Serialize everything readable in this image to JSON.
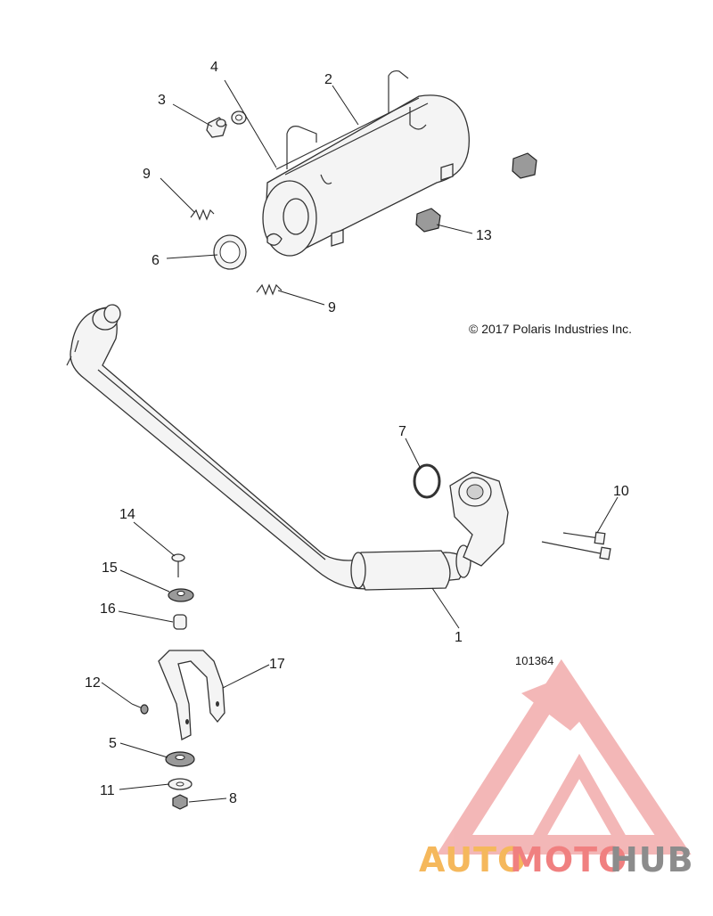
{
  "copyright": "© 2017 Polaris Industries Inc.",
  "diagram_number": "101364",
  "callouts": [
    {
      "id": "callout-2",
      "label": "2"
    },
    {
      "id": "callout-4",
      "label": "4"
    },
    {
      "id": "callout-3",
      "label": "3"
    },
    {
      "id": "callout-9-upper",
      "label": "9"
    },
    {
      "id": "callout-6",
      "label": "6"
    },
    {
      "id": "callout-9-lower",
      "label": "9"
    },
    {
      "id": "callout-13",
      "label": "13"
    },
    {
      "id": "callout-7",
      "label": "7"
    },
    {
      "id": "callout-10",
      "label": "10"
    },
    {
      "id": "callout-14",
      "label": "14"
    },
    {
      "id": "callout-15",
      "label": "15"
    },
    {
      "id": "callout-16",
      "label": "16"
    },
    {
      "id": "callout-1",
      "label": "1"
    },
    {
      "id": "callout-17",
      "label": "17"
    },
    {
      "id": "callout-12",
      "label": "12"
    },
    {
      "id": "callout-5",
      "label": "5"
    },
    {
      "id": "callout-11",
      "label": "11"
    },
    {
      "id": "callout-8",
      "label": "8"
    }
  ],
  "watermark": {
    "part1": "AUTO",
    "part2": "MOTO",
    "part3": "HUB",
    "color1": "#f5b85c",
    "color2": "#f08080",
    "color3": "#8c8c8c",
    "logo_color": "#f0a0a0"
  }
}
